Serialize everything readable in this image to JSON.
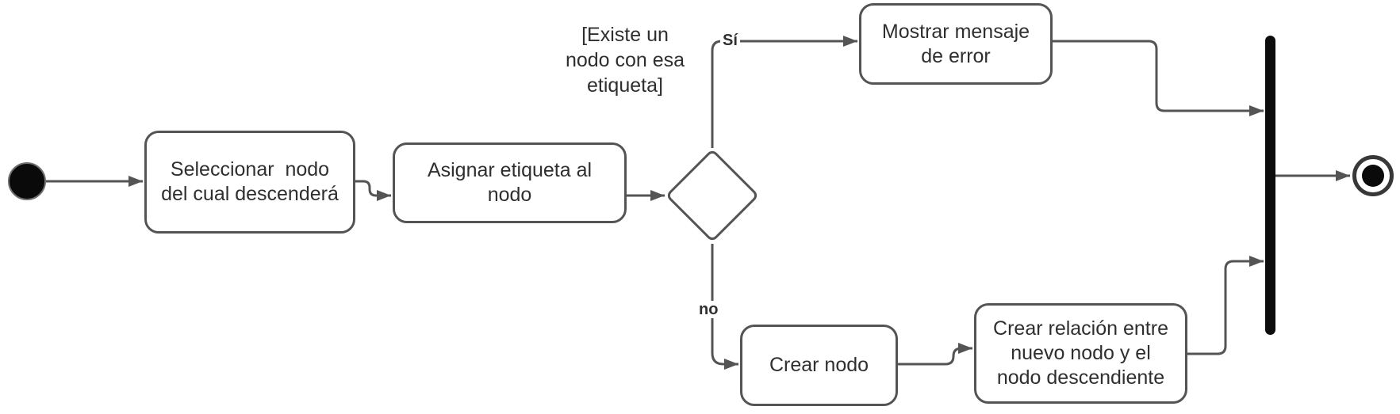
{
  "diagram": {
    "kind": "uml-activity-diagram",
    "colors": {
      "stroke": "#545454",
      "text": "#2f2f2f",
      "node_fill": "#ffffff",
      "join_bar_fill": "#0d0d0d",
      "background": "#ffffff"
    },
    "nodes": {
      "start": {
        "type": "initial-node"
      },
      "select_node": {
        "label": "Seleccionar  nodo\ndel cual descenderá"
      },
      "assign_label": {
        "label": "Asignar etiqueta al\nnodo"
      },
      "decision": {
        "guard": "[Existe un\nnodo con esa\netiqueta]"
      },
      "show_error": {
        "label": "Mostrar mensaje\nde error"
      },
      "create_node": {
        "label": "Crear nodo"
      },
      "create_relation": {
        "label": "Crear relación entre\nnuevo nodo y el\nnodo descendiente"
      },
      "join": {
        "type": "join-bar"
      },
      "final": {
        "type": "activity-final-node"
      }
    },
    "edges": {
      "yes_label": "Sí",
      "no_label": "no"
    }
  }
}
